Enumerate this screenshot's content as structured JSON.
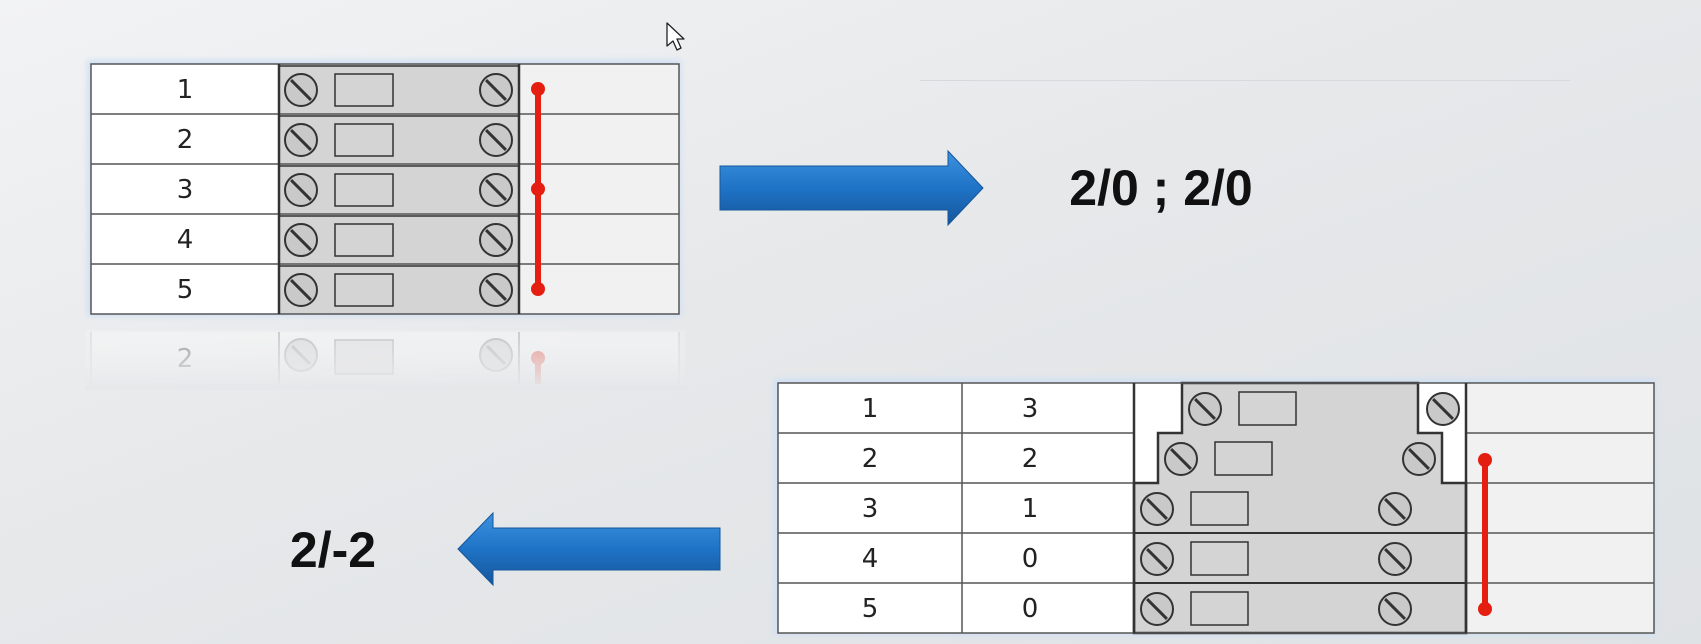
{
  "top_table": {
    "rows": [
      "1",
      "2",
      "3",
      "4",
      "5"
    ],
    "reflection_label": "2"
  },
  "top_result": "2/0 ; 2/0",
  "bottom_table": {
    "rows": [
      {
        "index": "1",
        "offset": "3"
      },
      {
        "index": "2",
        "offset": "2"
      },
      {
        "index": "3",
        "offset": "1"
      },
      {
        "index": "4",
        "offset": "0"
      },
      {
        "index": "5",
        "offset": "0"
      }
    ]
  },
  "bottom_result": "2/-2",
  "colors": {
    "arrow": "#1f73c6",
    "bridge": "#e41e10",
    "terminal_fill": "#d4d4d4",
    "grid": "#555555"
  }
}
